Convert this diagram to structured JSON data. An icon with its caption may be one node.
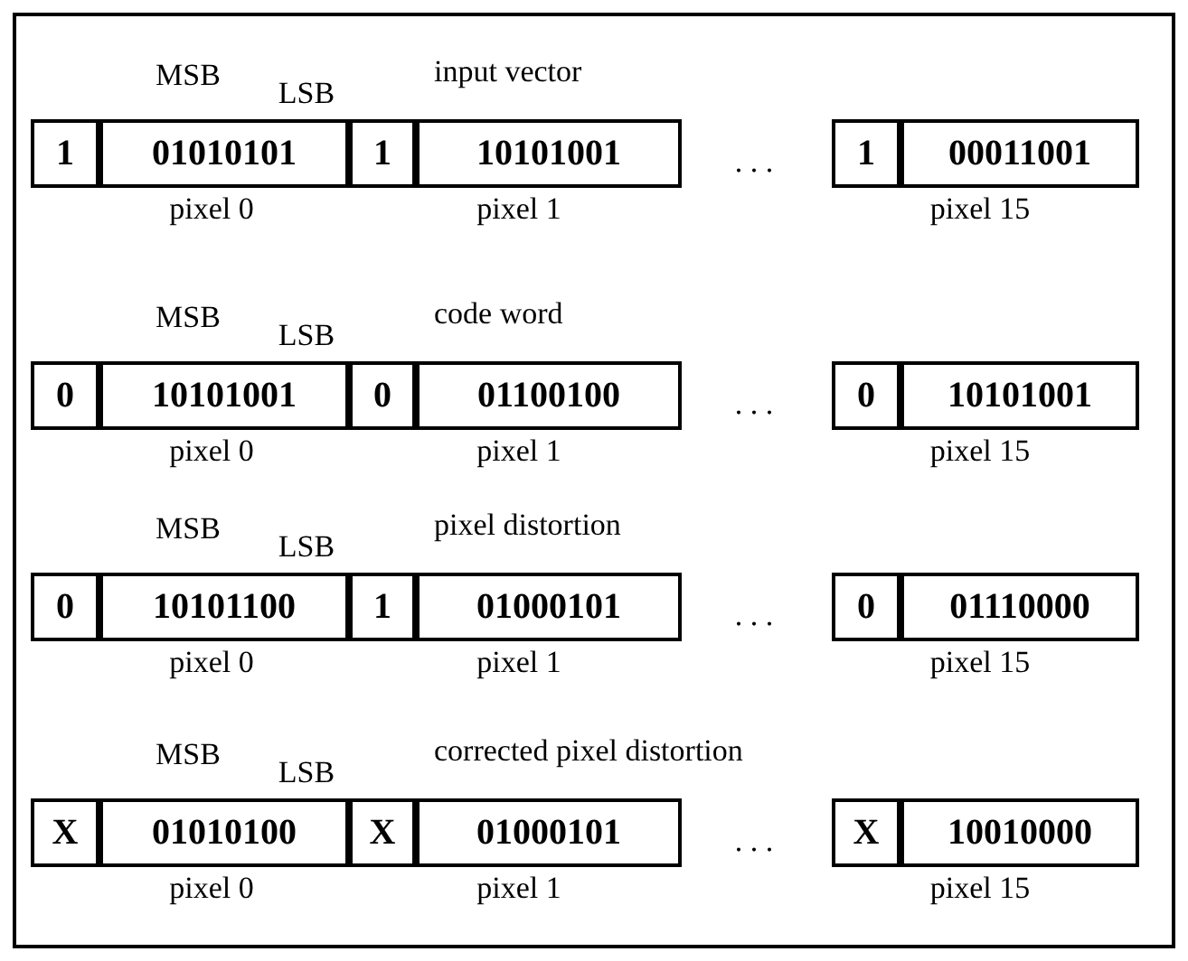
{
  "diagram": {
    "nodes": [
      {
        "text": [],
        "shape": "box"
      },
      {
        "text": [
          "1"
        ],
        "in": 0
      },
      {
        "text": [
          "01010101"
        ],
        "in": 0
      },
      {
        "text": [
          "1"
        ],
        "in": 0
      },
      {
        "text": [
          "10101001"
        ],
        "in": 0
      },
      {
        "text": [
          "1"
        ],
        "in": 0
      },
      {
        "text": [
          "00011001"
        ],
        "in": 0
      },
      {
        "text": [
          "0"
        ],
        "in": 0
      },
      {
        "text": [
          "10101001"
        ],
        "in": 0
      },
      {
        "text": [
          "0"
        ],
        "in": 0
      },
      {
        "text": [
          "01100100"
        ],
        "in": 0
      },
      {
        "text": [
          "0"
        ],
        "in": 0
      },
      {
        "text": [
          "10101001"
        ],
        "in": 0
      },
      {
        "text": [
          "0"
        ],
        "in": 0
      },
      {
        "text": [
          "10101100"
        ],
        "in": 0
      },
      {
        "text": [
          "1"
        ],
        "in": 0
      },
      {
        "text": [
          "01000101"
        ],
        "in": 0
      },
      {
        "text": [
          "0"
        ],
        "in": 0
      },
      {
        "text": [
          "01110000"
        ],
        "in": 0
      },
      {
        "text": [
          "X"
        ],
        "in": 0
      },
      {
        "text": [
          "01010100"
        ],
        "in": 0
      },
      {
        "text": [
          "X"
        ],
        "in": 0
      },
      {
        "text": [
          "01000101"
        ],
        "in": 0
      },
      {
        "text": [
          "X"
        ],
        "in": 0
      },
      {
        "text": [
          "10010000"
        ],
        "in": 0
      }
    ],
    "labels": [
      "MSB",
      "LSB",
      "input vector",
      ". . .",
      "pixel 0",
      "pixel 1",
      "pixel 15",
      "MSB",
      "LSB",
      "code word",
      ". . .",
      "pixel 0",
      "pixel 1",
      "pixel 15",
      "MSB",
      "LSB",
      "pixel distortion",
      ". . .",
      "pixel 0",
      "pixel 1",
      "pixel 15",
      "MSB",
      "LSB",
      "corrected pixel distortion",
      ". . .",
      "pixel 0",
      "pixel 1",
      "pixel 15"
    ]
  }
}
